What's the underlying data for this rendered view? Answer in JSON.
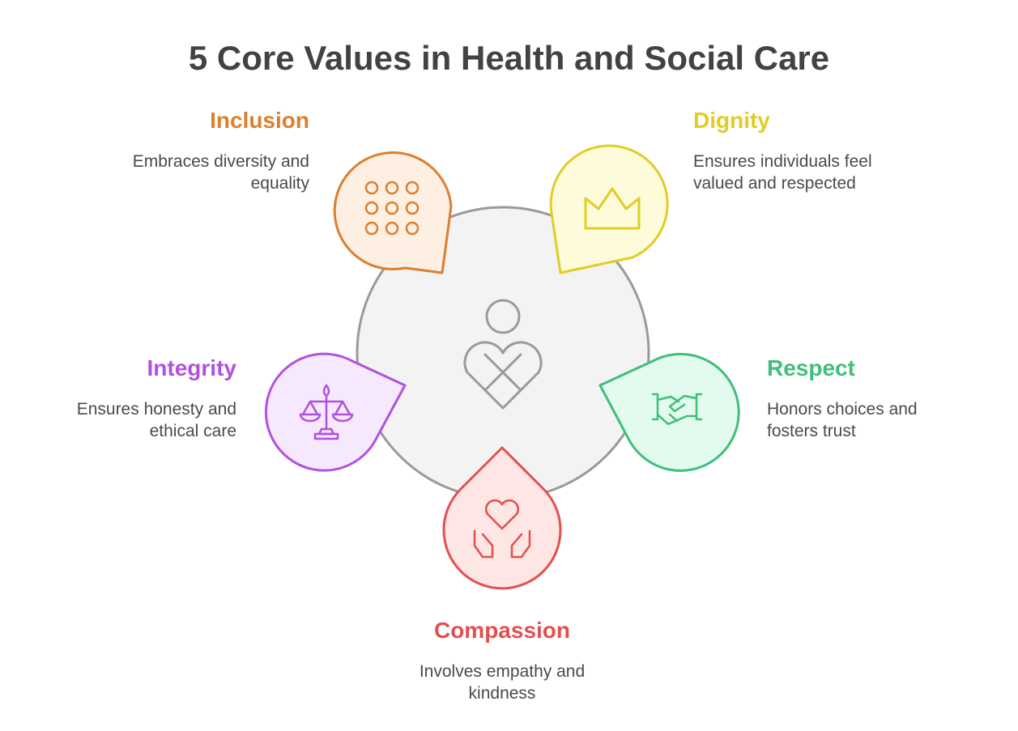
{
  "title": "5 Core Values in Health and Social Care",
  "values": [
    {
      "name": "Inclusion",
      "icon": "dots-grid-icon",
      "desc_lines": [
        "Embraces diversity and",
        "equality"
      ],
      "color": "#dc7f2e",
      "fill": "#fdf0e3"
    },
    {
      "name": "Dignity",
      "icon": "crown-icon",
      "desc_lines": [
        "Ensures individuals feel",
        "valued and respected"
      ],
      "color": "#e2cc25",
      "fill": "#fdfbd9"
    },
    {
      "name": "Respect",
      "icon": "handshake-icon",
      "desc_lines": [
        "Honors choices and",
        "fosters trust"
      ],
      "color": "#3ebf7a",
      "fill": "#e3fbef"
    },
    {
      "name": "Compassion",
      "icon": "heart-hands-icon",
      "desc_lines": [
        "Involves empathy and",
        "kindness"
      ],
      "color": "#e2504f",
      "fill": "#fde6e4"
    },
    {
      "name": "Integrity",
      "icon": "scales-icon",
      "desc_lines": [
        "Ensures honesty and",
        "ethical care"
      ],
      "color": "#b251de",
      "fill": "#f6e9fd"
    }
  ],
  "center": {
    "icon": "person-heart-icon",
    "color": "#9a9a9a",
    "fill": "#f3f3f3"
  }
}
